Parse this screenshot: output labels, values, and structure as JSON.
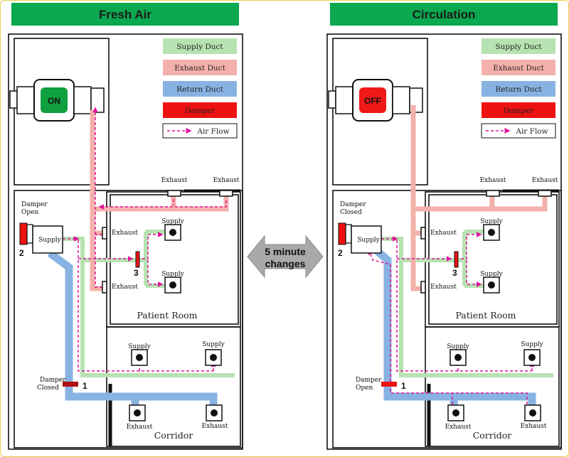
{
  "colors": {
    "header_green": "#0aa84f",
    "supply": "#b7e2b1",
    "exhaust": "#f4b0aa",
    "return": "#88b2e2",
    "damper": "#ee1111",
    "flow": "#e0109a",
    "on": "#10a040",
    "off": "#f01818",
    "center_arrow": "#a9a9a9"
  },
  "center_label": {
    "line1": "5 minute",
    "line2": "changes"
  },
  "panels": [
    {
      "title": "Fresh Air",
      "status": "ON",
      "legend": {
        "supply": "Supply Duct",
        "exhaust": "Exhaust Duct",
        "return": "Return Duct",
        "damper": "Damper",
        "airflow": "Air Flow"
      },
      "labels": {
        "exhaust_top_1": "Exhaust",
        "exhaust_top_2": "Exhaust",
        "damper2_line1": "Damper",
        "damper2_line2": "Open",
        "damper2_num": "2",
        "supply_fan": "Supply",
        "room_exhaust_1": "Exhaust",
        "room_exhaust_2": "Exhaust",
        "room_supply_1": "Supply",
        "room_supply_2": "Supply",
        "damper3_num": "3",
        "patient_room": "Patient Room",
        "corr_supply_1": "Supply",
        "corr_supply_2": "Supply",
        "damper1_line1": "Damper",
        "damper1_line2": "Closed",
        "damper1_num": "1",
        "corr_exhaust_1": "Exhaust",
        "corr_exhaust_2": "Exhaust",
        "corridor": "Corridor"
      }
    },
    {
      "title": "Circulation",
      "status": "OFF",
      "legend": {
        "supply": "Supply Duct",
        "exhaust": "Exhaust Duct",
        "return": "Return Duct",
        "damper": "Damper",
        "airflow": "Air Flow"
      },
      "labels": {
        "exhaust_top_1": "Exhaust",
        "exhaust_top_2": "Exhaust",
        "damper2_line1": "Damper",
        "damper2_line2": "Closed",
        "damper2_num": "2",
        "supply_fan": "Supply",
        "room_exhaust_1": "Exhaust",
        "room_exhaust_2": "Exhaust",
        "room_supply_1": "Supply",
        "room_supply_2": "Supply",
        "damper3_num": "3",
        "patient_room": "Patient Room",
        "corr_supply_1": "Supply",
        "corr_supply_2": "Supply",
        "damper1_line1": "Damper",
        "damper1_line2": "Open",
        "damper1_num": "1",
        "corr_exhaust_1": "Exhaust",
        "corr_exhaust_2": "Exhaust",
        "corridor": "Corridor"
      }
    }
  ]
}
